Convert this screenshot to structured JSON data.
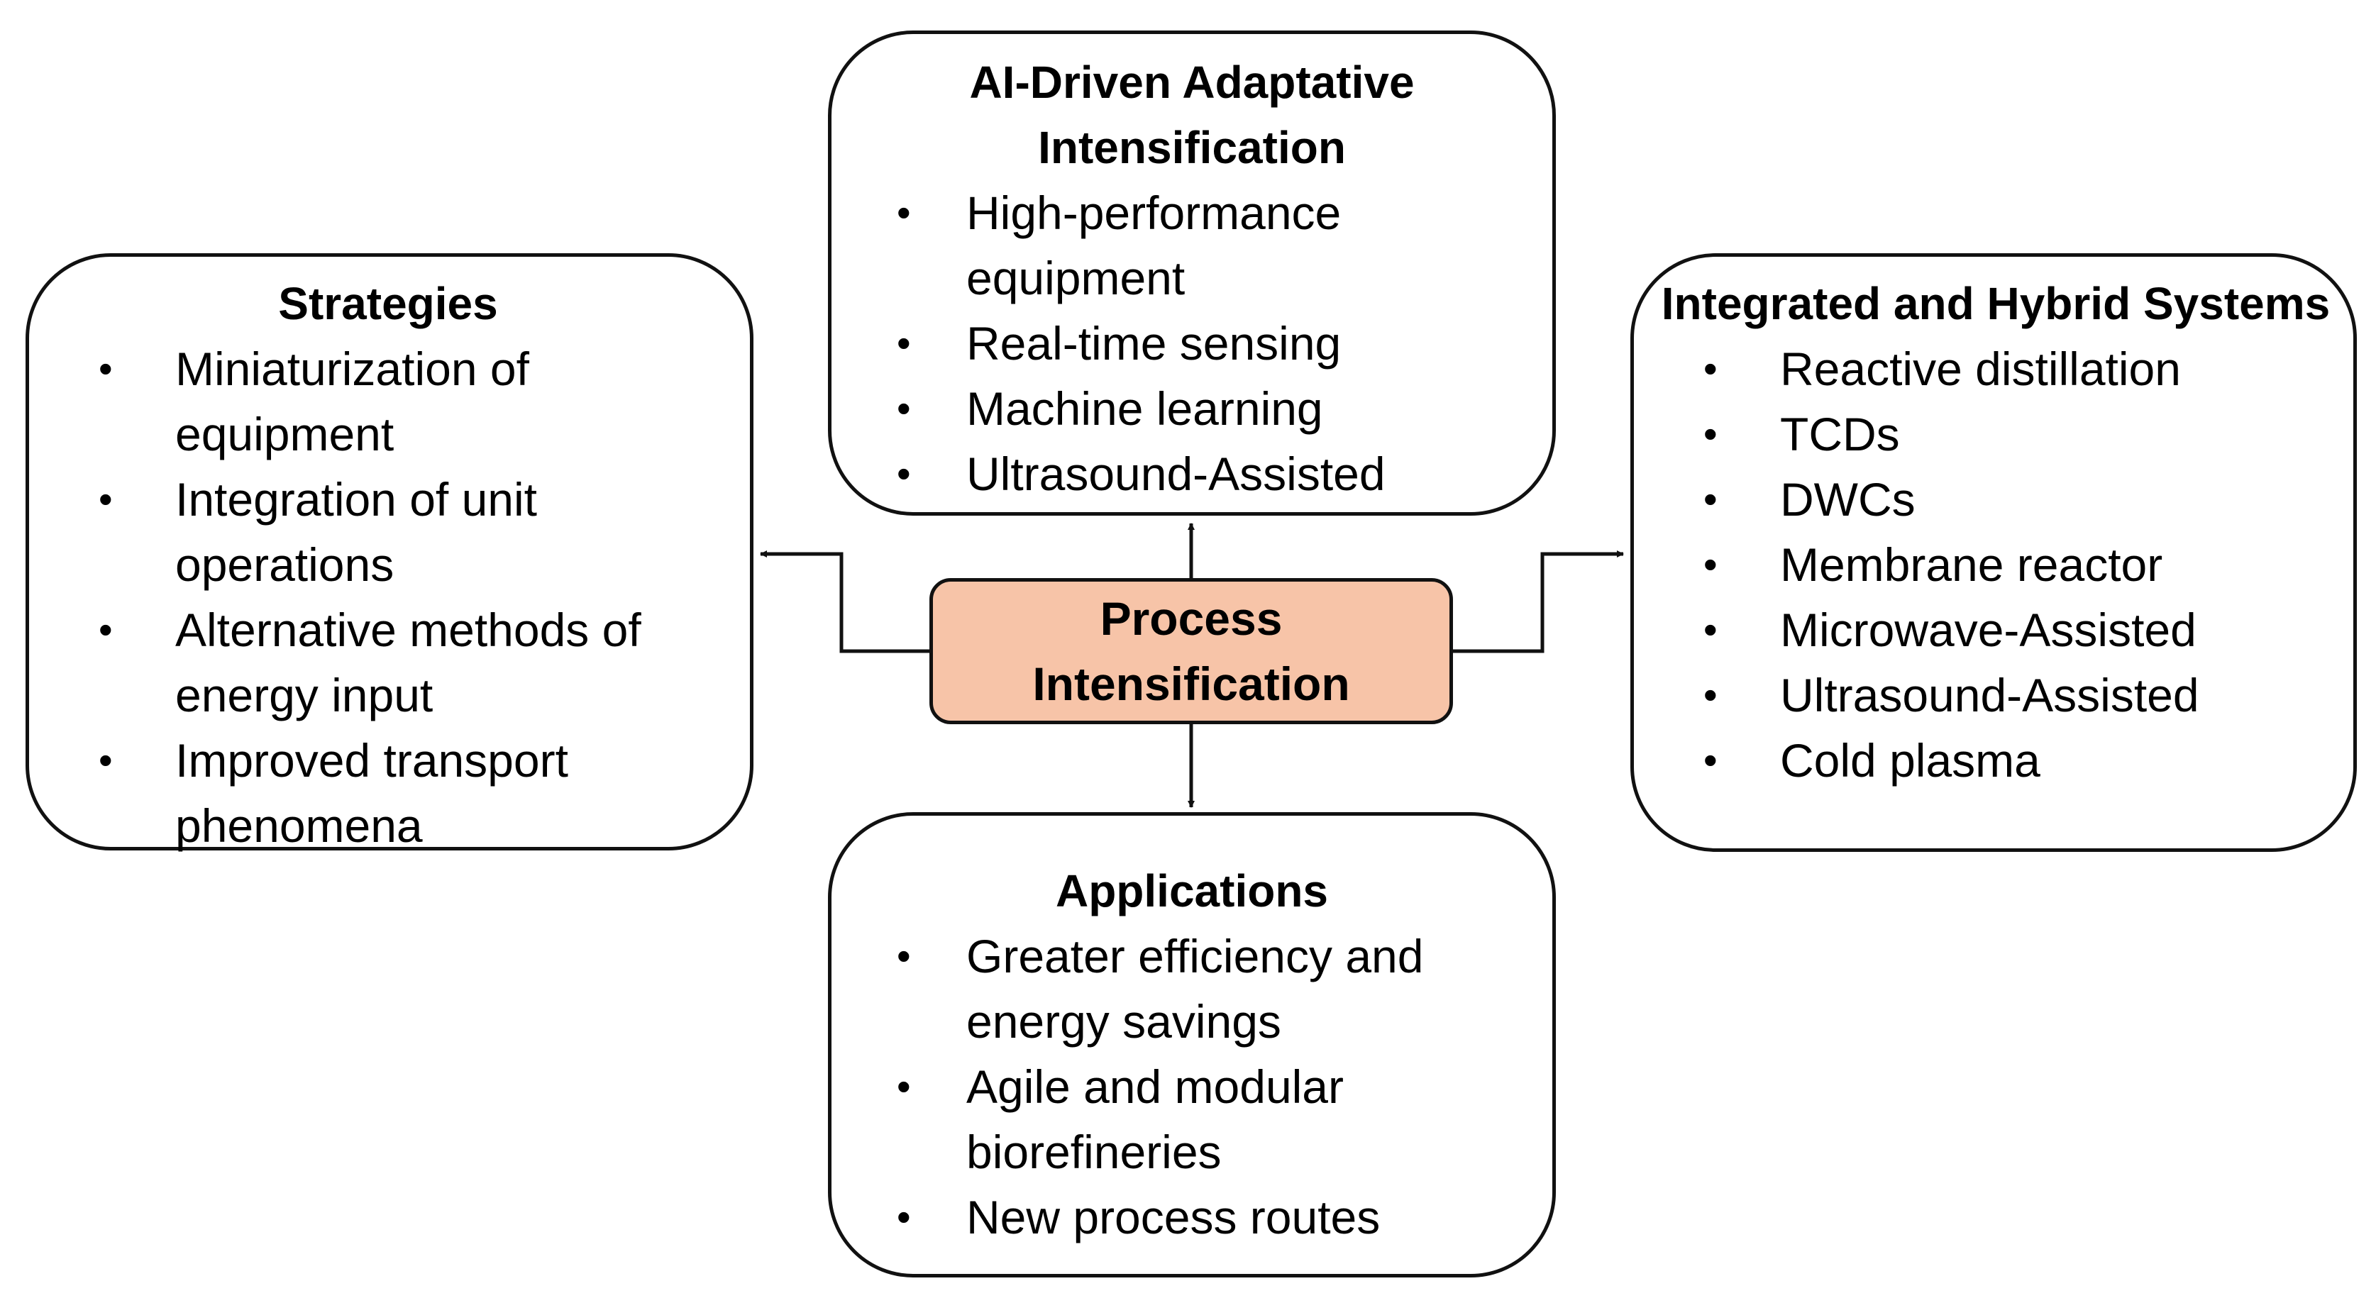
{
  "center": {
    "title": "Process Intensification",
    "fill": "#f7c4a8"
  },
  "boxes": {
    "strategies": {
      "title": "Strategies",
      "items": [
        "Miniaturization of equipment",
        "Integration of unit operations",
        "Alternative methods of energy input",
        "Improved transport phenomena"
      ]
    },
    "ai": {
      "title": "AI-Driven Adaptative Intensification",
      "items": [
        "High-performance equipment",
        "Real-time sensing",
        "Machine learning",
        "Ultrasound-Assisted"
      ]
    },
    "hybrid": {
      "title": "Integrated and Hybrid Systems",
      "items": [
        "Reactive distillation",
        "TCDs",
        "DWCs",
        "Membrane reactor",
        "Microwave-Assisted",
        "Ultrasound-Assisted",
        "Cold plasma"
      ]
    },
    "applications": {
      "title": "Applications",
      "items": [
        "Greater efficiency and energy savings",
        "Agile and modular biorefineries",
        "New process routes"
      ]
    }
  },
  "edges": [
    {
      "from": "center",
      "to": "ai"
    },
    {
      "from": "center",
      "to": "strategies"
    },
    {
      "from": "center",
      "to": "hybrid"
    },
    {
      "from": "center",
      "to": "applications"
    }
  ]
}
